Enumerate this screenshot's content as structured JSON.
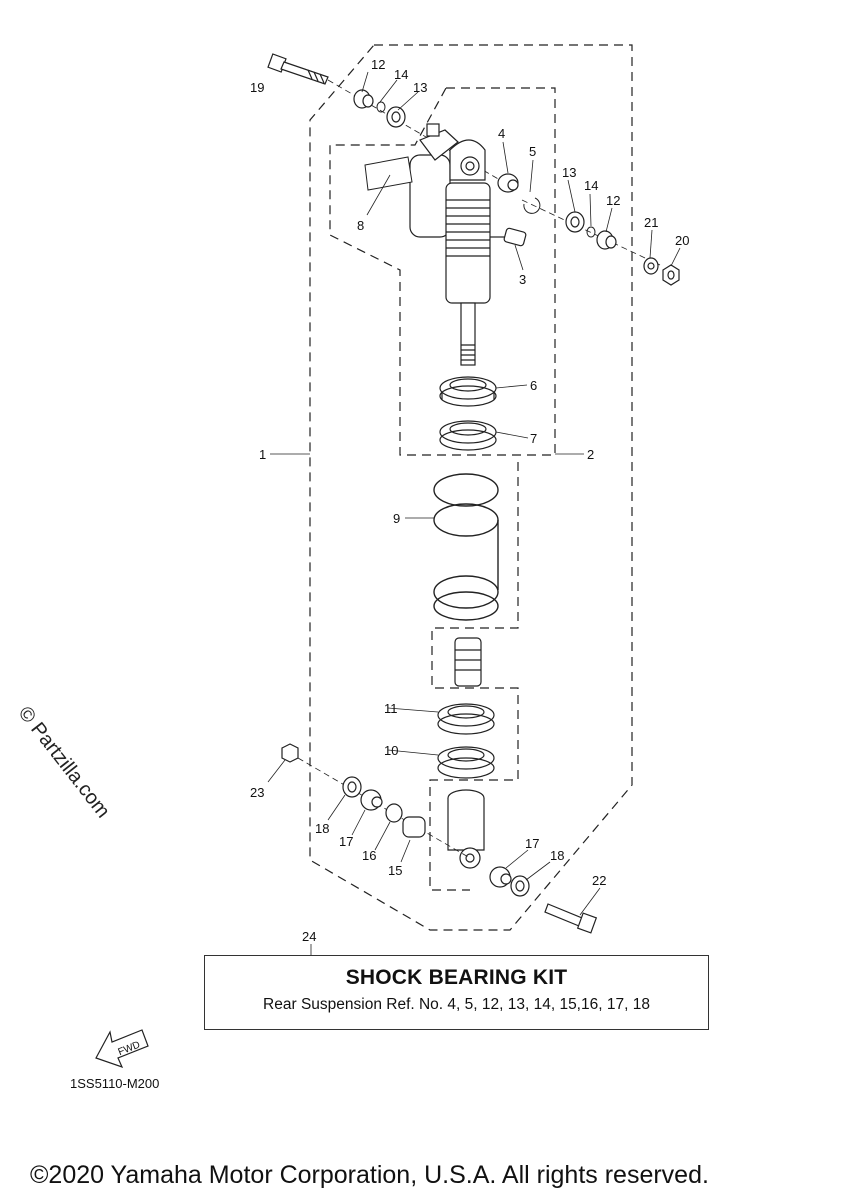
{
  "callouts": [
    {
      "id": "c19",
      "label": "19"
    },
    {
      "id": "c12a",
      "label": "12"
    },
    {
      "id": "c14a",
      "label": "14"
    },
    {
      "id": "c13a",
      "label": "13"
    },
    {
      "id": "c4",
      "label": "4"
    },
    {
      "id": "c5",
      "label": "5"
    },
    {
      "id": "c13b",
      "label": "13"
    },
    {
      "id": "c14b",
      "label": "14"
    },
    {
      "id": "c12b",
      "label": "12"
    },
    {
      "id": "c21",
      "label": "21"
    },
    {
      "id": "c20",
      "label": "20"
    },
    {
      "id": "c8",
      "label": "8"
    },
    {
      "id": "c3",
      "label": "3"
    },
    {
      "id": "c6",
      "label": "6"
    },
    {
      "id": "c7",
      "label": "7"
    },
    {
      "id": "c1",
      "label": "1"
    },
    {
      "id": "c2",
      "label": "2"
    },
    {
      "id": "c9",
      "label": "9"
    },
    {
      "id": "c11",
      "label": "11"
    },
    {
      "id": "c10",
      "label": "10"
    },
    {
      "id": "c23",
      "label": "23"
    },
    {
      "id": "c18a",
      "label": "18"
    },
    {
      "id": "c17a",
      "label": "17"
    },
    {
      "id": "c16",
      "label": "16"
    },
    {
      "id": "c15",
      "label": "15"
    },
    {
      "id": "c17b",
      "label": "17"
    },
    {
      "id": "c18b",
      "label": "18"
    },
    {
      "id": "c22",
      "label": "22"
    },
    {
      "id": "c24",
      "label": "24"
    }
  ],
  "kit": {
    "title": "SHOCK BEARING KIT",
    "description": "Rear Suspension Ref. No. 4, 5, 12, 13, 14, 15,16, 17, 18"
  },
  "fwd_label": "FWD",
  "figure_code": "1SS5110-M200",
  "watermark": "© Partzilla.com",
  "copyright": "©2020 Yamaha Motor Corporation, U.S.A. All rights reserved."
}
